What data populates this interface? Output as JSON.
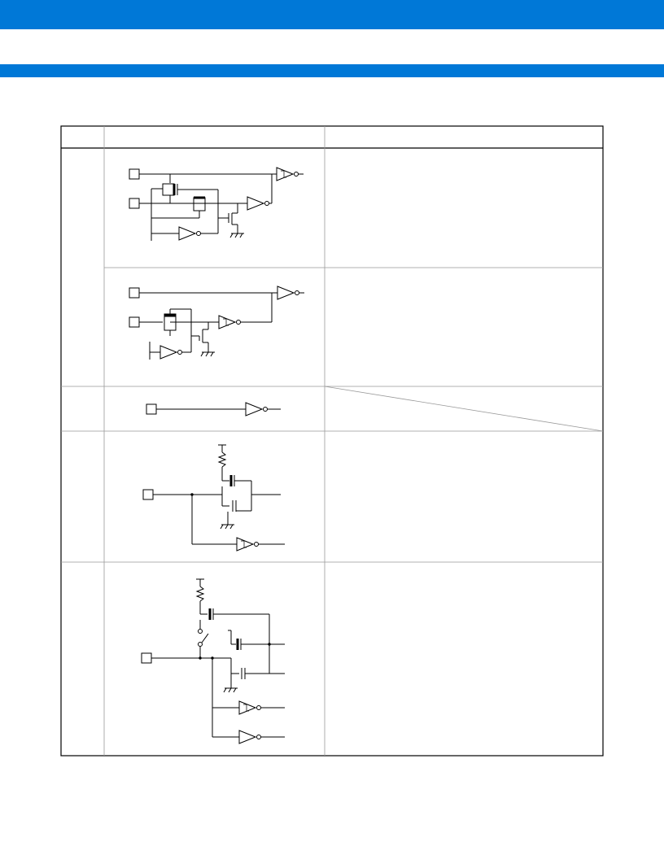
{
  "header": {
    "band_color": "#0078d7"
  },
  "table": {
    "columns": [
      "",
      "",
      ""
    ],
    "rows": [
      {
        "type": "",
        "circuit": "oscillator-circuit-main-clock",
        "remarks": ""
      },
      {
        "type": "",
        "circuit": "oscillator-circuit-sub-clock",
        "remarks": ""
      },
      {
        "type": "",
        "circuit": "input-only-circuit",
        "remarks": ""
      },
      {
        "type": "",
        "circuit": "pull-up-io-circuit",
        "remarks": ""
      },
      {
        "type": "",
        "circuit": "switchable-pull-up-io-circuit",
        "remarks": ""
      }
    ],
    "border_color": "#000000",
    "grid_color": "#999999"
  }
}
